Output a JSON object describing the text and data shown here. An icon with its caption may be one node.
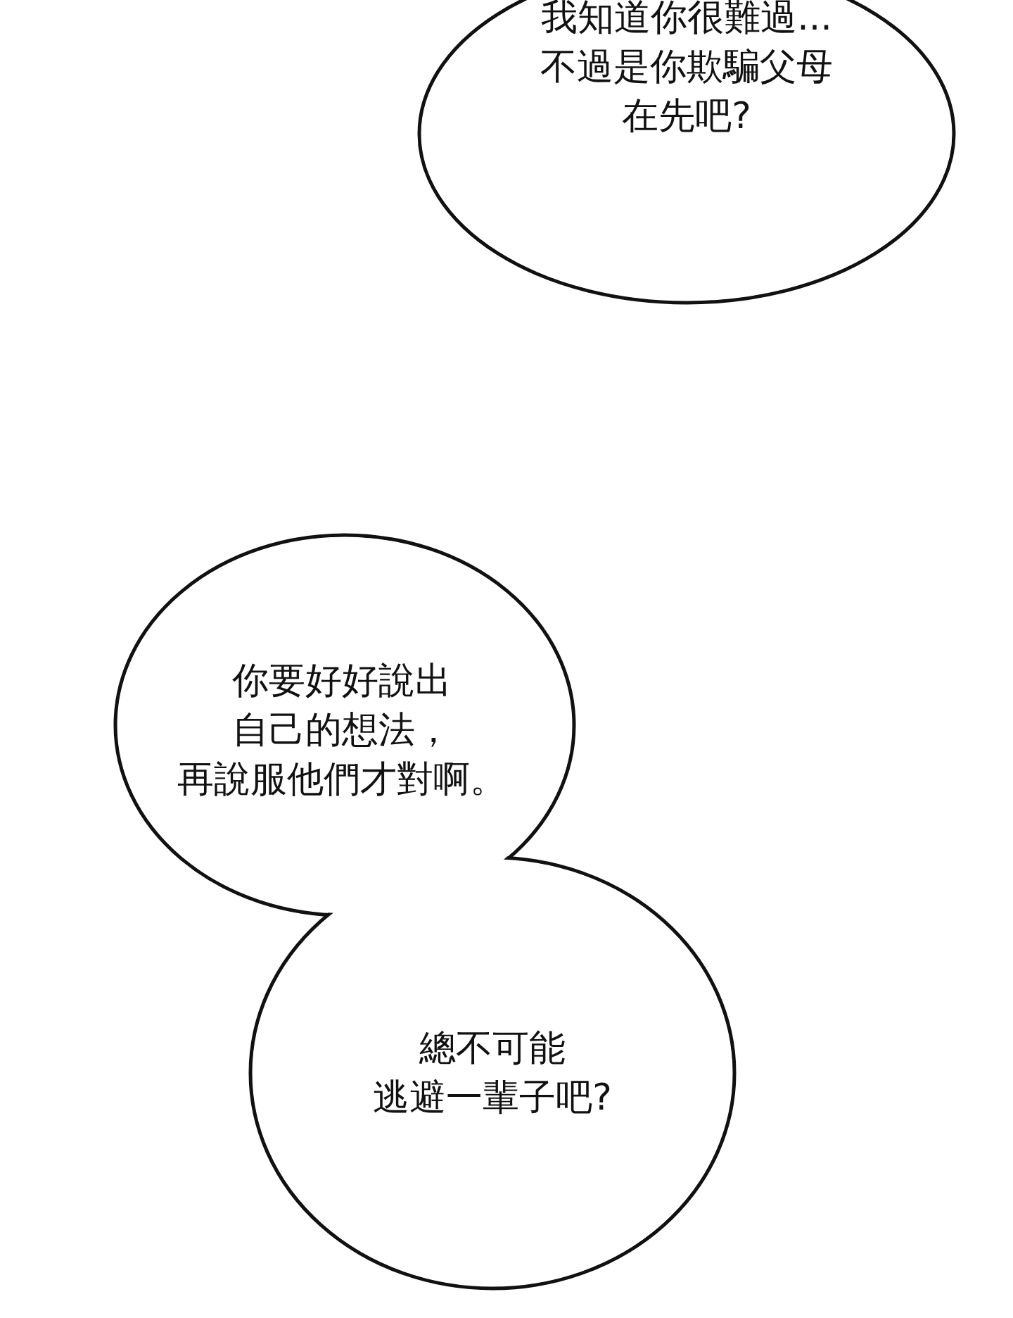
{
  "diagram": {
    "nodes": [
      {
        "text": [
          "我知道你很難過...不過是你欺騙父母在先吧?"
        ]
      },
      {
        "text": [
          "你要好好說出自己的想法，再說服他們才對啊。"
        ]
      },
      {
        "text": [
          "總不可能逃避一輩子吧?"
        ]
      }
    ]
  }
}
